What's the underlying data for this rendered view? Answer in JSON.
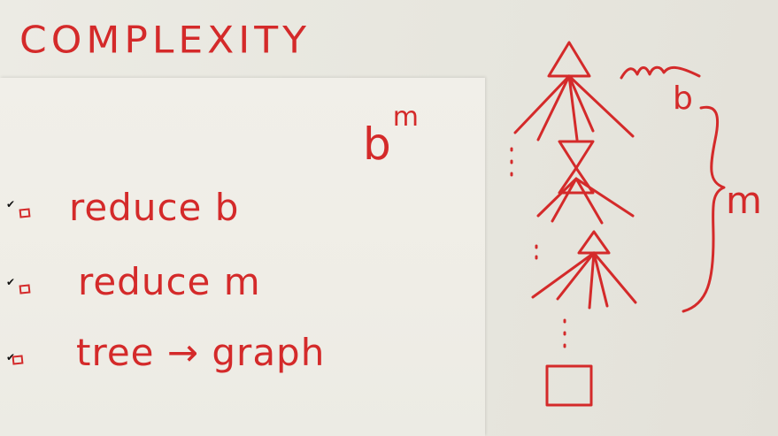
{
  "title": "COMPLEXITY",
  "formula": {
    "base": "b",
    "exponent": "m"
  },
  "checklist": [
    {
      "label": "reduce b"
    },
    {
      "label": "reduce m"
    },
    {
      "label": "tree → graph"
    }
  ],
  "diagram": {
    "branching_label": "b",
    "depth_label": "m"
  },
  "colors": {
    "ink": "#d42a2a",
    "paper": "#efede6",
    "board": "#e7e6de"
  }
}
